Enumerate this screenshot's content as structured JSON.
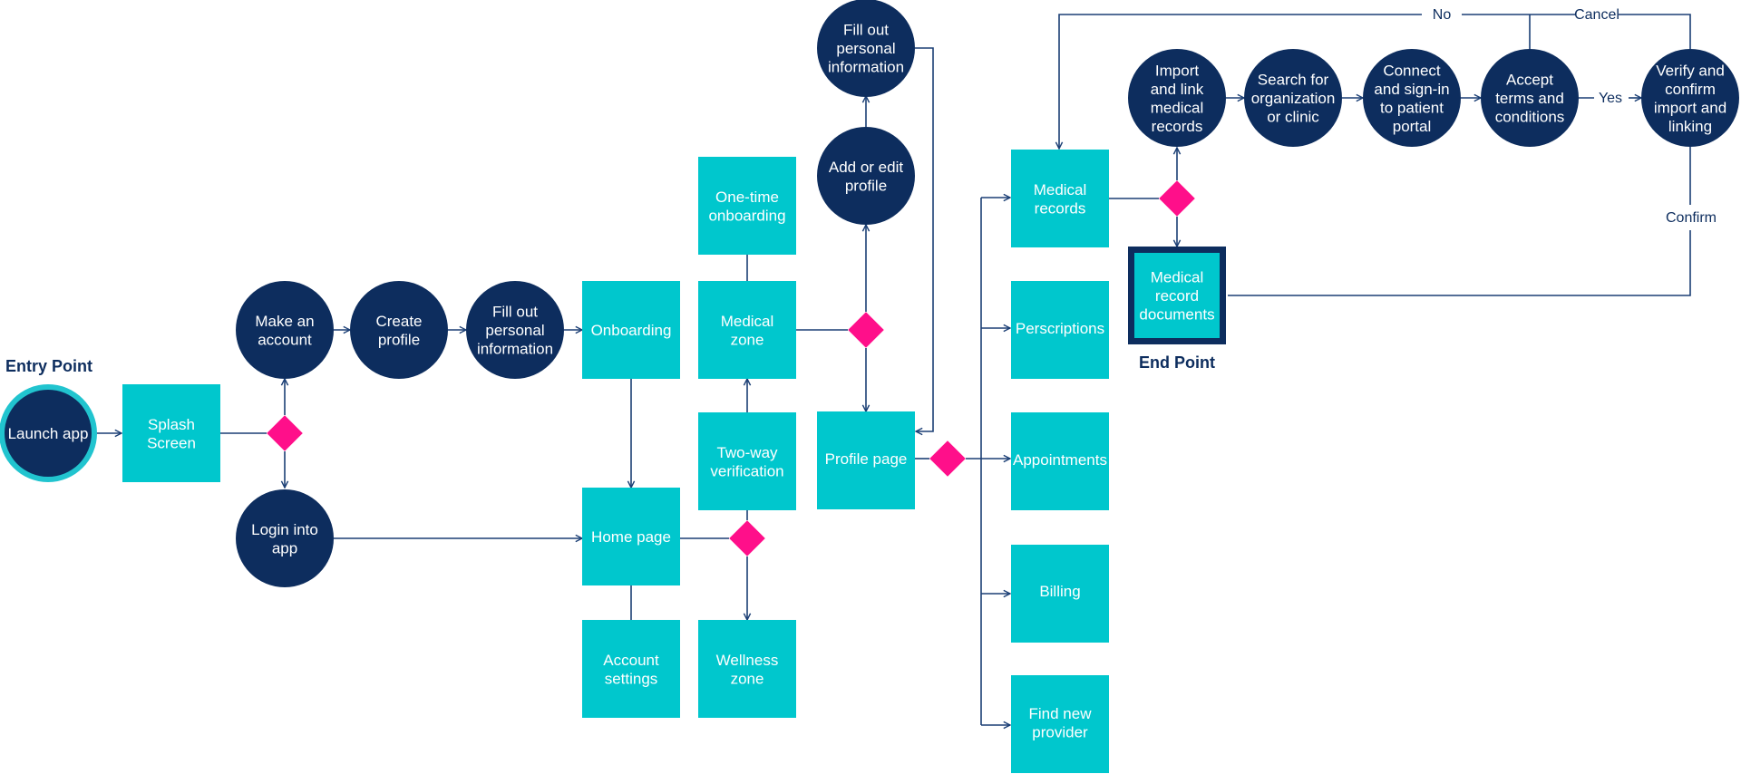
{
  "colors": {
    "circle": "#0d2d5e",
    "square": "#00c7cd",
    "decision": "#ff0f8a",
    "line": "#1b3f75",
    "entry_ring": "#21c4cf"
  },
  "headings": {
    "entry": "Entry Point",
    "end": "End Point"
  },
  "nodes": {
    "launch": [
      "Launch app"
    ],
    "splash": [
      "Splash",
      "Screen"
    ],
    "make_account": [
      "Make an",
      "account"
    ],
    "login": [
      "Login into",
      "app"
    ],
    "create_profile": [
      "Create",
      "profile"
    ],
    "fill_info_1": [
      "Fill out",
      "personal",
      "information"
    ],
    "onboarding": [
      "Onboarding"
    ],
    "home": [
      "Home page"
    ],
    "account_settings": [
      "Account",
      "settings"
    ],
    "one_time": [
      "One-time",
      "onboarding"
    ],
    "medical_zone": [
      "Medical",
      "zone"
    ],
    "two_way": [
      "Two-way",
      "verification"
    ],
    "wellness": [
      "Wellness",
      "zone"
    ],
    "fill_info_2": [
      "Fill out",
      "personal",
      "information"
    ],
    "add_edit": [
      "Add or edit",
      "profile"
    ],
    "profile_page": [
      "Profile page"
    ],
    "medical_records": [
      "Medical",
      "records"
    ],
    "prescriptions": [
      "Perscriptions"
    ],
    "appointments": [
      "Appointments"
    ],
    "billing": [
      "Billing"
    ],
    "find_provider": [
      "Find new",
      "provider"
    ],
    "import_link": [
      "Import",
      "and link",
      "medical",
      "records"
    ],
    "search_org": [
      "Search for",
      "organization",
      "or clinic"
    ],
    "connect": [
      "Connect",
      "and sign-in",
      "to patient",
      "portal"
    ],
    "accept": [
      "Accept",
      "terms and",
      "conditions"
    ],
    "verify": [
      "Verify and",
      "confirm",
      "import and",
      "linking"
    ],
    "record_docs": [
      "Medical",
      "record",
      "documents"
    ]
  },
  "edge_labels": {
    "no": "No",
    "cancel": "Cancel",
    "yes": "Yes",
    "confirm": "Confirm"
  }
}
